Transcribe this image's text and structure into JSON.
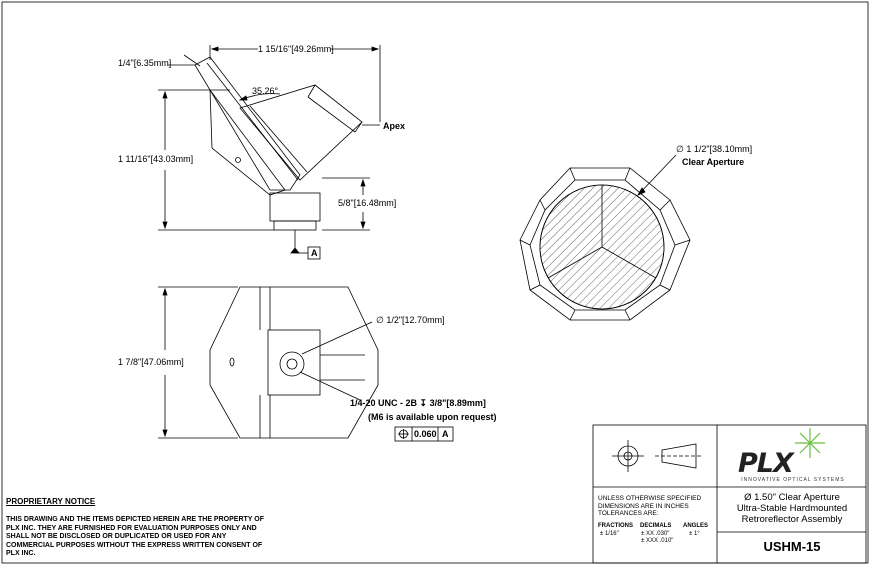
{
  "top_view": {
    "width_frac": "1 15/16\"",
    "width_mm": "[49.26mm]",
    "thick_frac": "1/4\"",
    "thick_mm": "[6.35mm]",
    "angle": "35.26°",
    "apex_label": "Apex",
    "height_frac": "1 11/16\"",
    "height_mm": "[43.03mm]",
    "base_frac": "5/8\"",
    "base_mm": "[16.48mm]",
    "datum": "A"
  },
  "front_view": {
    "height_frac": "1 7/8\"",
    "height_mm": "[47.06mm]",
    "hole_dia_frac": "∅ 1/2\"",
    "hole_dia_mm": "[12.70mm]",
    "thread_spec": "1/4-20 UNC - 2B ↧ 3/8\"[8.89mm]",
    "thread_note": "(M6 is available upon request)",
    "tolerance_value": "0.060",
    "tolerance_datum": "A"
  },
  "side_view": {
    "aperture_dia": "∅ 1 1/2\"[38.10mm]",
    "aperture_label": "Clear Aperture"
  },
  "notice": {
    "title": "PROPRIETARY NOTICE",
    "body": "THIS DRAWING AND THE ITEMS DEPICTED HEREIN ARE THE PROPERTY OF PLX INC. THEY ARE FURNISHED FOR EVALUATION PURPOSES ONLY AND SHALL NOT BE DISCLOSED OR DUPLICATED OR USED FOR ANY COMMERCIAL PURPOSES WITHOUT THE EXPRESS WRITTEN CONSENT OF PLX INC."
  },
  "title_block": {
    "spec_text": "UNLESS OTHERWISE SPECIFIED DIMENSIONS ARE IN INCHES TOLERANCES ARE:",
    "fractions_hdr": "FRACTIONS",
    "fractions_val": "± 1/16\"",
    "decimals_hdr": "DECIMALS",
    "decimals_val1": "± XX  .030\"",
    "decimals_val2": "± XXX .010\"",
    "angles_hdr": "ANGLES",
    "angles_val": "± 1°",
    "logo": "PLX",
    "logo_sub": "INNOVATIVE OPTICAL SYSTEMS",
    "title_line1": "Ø 1.50\" Clear Aperture",
    "title_line2": "Ultra-Stable Hardmounted",
    "title_line3": "Retroreflector Assembly",
    "part_number": "USHM-15"
  }
}
